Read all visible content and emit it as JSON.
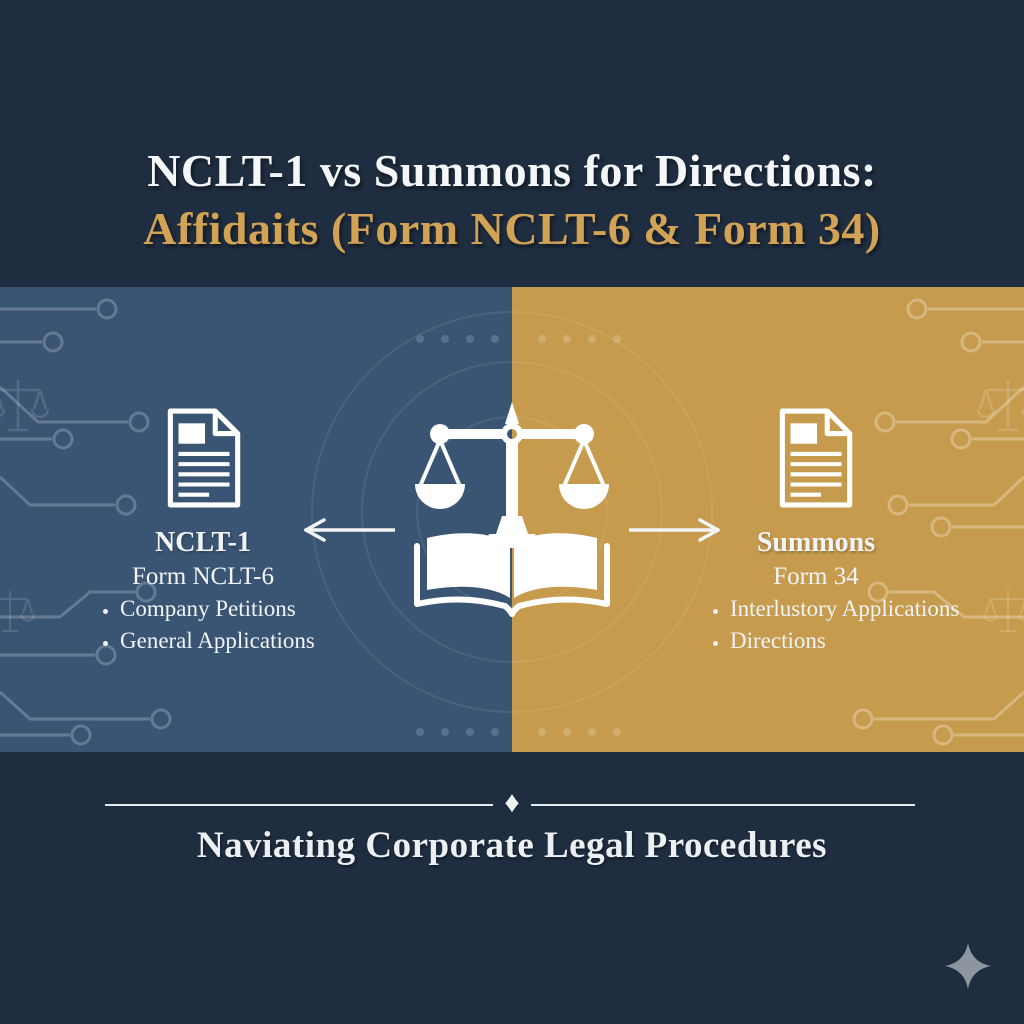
{
  "title": {
    "line1": "NCLT-1 vs Summons for Directions:",
    "line2": "Affidaits (Form NCLT-6 & Form 34)"
  },
  "comparison": {
    "left": {
      "heading": "NCLT-1",
      "subheading": "Form NCLT-6",
      "bullets": [
        "Company Petitions",
        "General Applications"
      ],
      "panel_color": "#3a5574",
      "icon": "document-icon"
    },
    "right": {
      "heading": "Summons",
      "subheading": "Form 34",
      "bullets": [
        "Interlustory Applications",
        "Directions"
      ],
      "panel_color": "#c69b4e",
      "icon": "document-icon"
    },
    "center_icon": "scales-of-justice-on-open-book-icon",
    "left_arrow_icon": "arrow-left-icon",
    "right_arrow_icon": "arrow-right-icon"
  },
  "footer": {
    "tagline": "Naviating Corporate Legal Procedures",
    "divider_glyph": "♦",
    "divider_icon": "diamond-icon",
    "corner_icon": "sparkle-icon"
  },
  "colors": {
    "header_background": "#1f2d40",
    "left_panel": "#3a5574",
    "right_panel": "#c69b4e",
    "title_white": "#f4f6f8",
    "title_gold": "#d2a355",
    "text_light": "#f1f3f5",
    "sparkle_gray": "#8d96a0"
  }
}
